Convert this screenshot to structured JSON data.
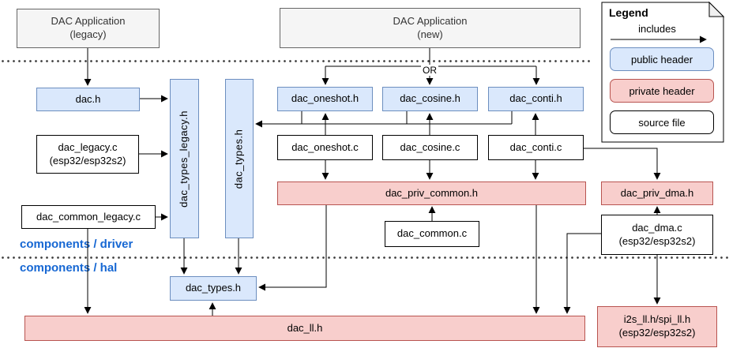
{
  "diagram": {
    "apps": {
      "legacy": "DAC Application\n(legacy)",
      "new": "DAC Application\n(new)"
    },
    "or_label": "OR",
    "section_labels": {
      "driver": "components / driver",
      "hal": "components / hal"
    },
    "nodes": {
      "dac_h": "dac.h",
      "dac_legacy_c": "dac_legacy.c\n(esp32/esp32s2)",
      "dac_common_legacy_c": "dac_common_legacy.c",
      "dac_types_legacy_h": "dac_types_legacy.h",
      "dac_types_h_driver": "dac_types.h",
      "dac_oneshot_h": "dac_oneshot.h",
      "dac_cosine_h": "dac_cosine.h",
      "dac_conti_h": "dac_conti.h",
      "dac_oneshot_c": "dac_oneshot.c",
      "dac_cosine_c": "dac_cosine.c",
      "dac_conti_c": "dac_conti.c",
      "dac_priv_common_h": "dac_priv_common.h",
      "dac_priv_dma_h": "dac_priv_dma.h",
      "dac_common_c": "dac_common.c",
      "dac_dma_c": "dac_dma.c\n(esp32/esp32s2)",
      "dac_types_h_hal": "dac_types.h",
      "dac_ll_h": "dac_ll.h",
      "i2s_spi_ll_h": "i2s_ll.h/spi_ll.h\n(esp32/esp32s2)"
    },
    "legend": {
      "title": "Legend",
      "includes_label": "includes",
      "public_header": "public header",
      "private_header": "private header",
      "source_file": "source file"
    },
    "colors": {
      "public_fill": "#dae8fc",
      "public_border": "#6c8ebf",
      "private_fill": "#f8cecc",
      "private_border": "#b85450",
      "app_fill": "#f5f5f5",
      "app_border": "#666666",
      "section_label_blue": "#1667d3",
      "edge": "#000000"
    }
  }
}
